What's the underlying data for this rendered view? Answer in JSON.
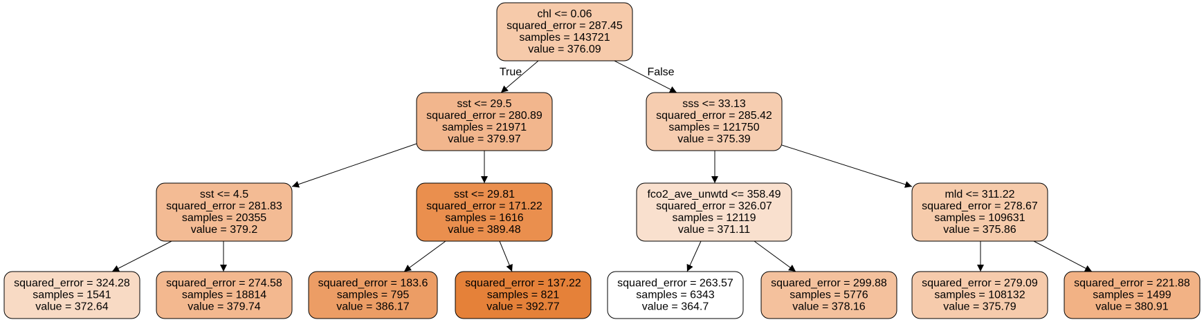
{
  "tree": {
    "nodes": [
      {
        "id": "n0",
        "lines": [
          "chl <= 0.06",
          "squared_error = 287.45",
          "samples = 143721",
          "value = 376.09"
        ],
        "fill": "#f6caaa"
      },
      {
        "id": "n1",
        "lines": [
          "sst <= 29.5",
          "squared_error = 280.89",
          "samples = 21971",
          "value = 379.97"
        ],
        "fill": "#f2b68d"
      },
      {
        "id": "n2",
        "lines": [
          "sss <= 33.13",
          "squared_error = 285.42",
          "samples = 121750",
          "value = 375.39"
        ],
        "fill": "#f6cdb0"
      },
      {
        "id": "n3",
        "lines": [
          "sst <= 4.5",
          "squared_error = 281.83",
          "samples = 20355",
          "value = 379.2"
        ],
        "fill": "#f3bb94"
      },
      {
        "id": "n4",
        "lines": [
          "sst <= 29.81",
          "squared_error = 171.22",
          "samples = 1616",
          "value = 389.48"
        ],
        "fill": "#ea8f4e"
      },
      {
        "id": "n5",
        "lines": [
          "fco2_ave_unwtd <= 358.49",
          "squared_error = 326.07",
          "samples = 12119",
          "value = 371.11"
        ],
        "fill": "#f9e0ce"
      },
      {
        "id": "n6",
        "lines": [
          "mld <= 311.22",
          "squared_error = 278.67",
          "samples = 109631",
          "value = 375.86"
        ],
        "fill": "#f6cbab"
      },
      {
        "id": "n7",
        "lines": [
          "squared_error = 324.28",
          "samples = 1541",
          "value = 372.64"
        ],
        "fill": "#f8dac4"
      },
      {
        "id": "n8",
        "lines": [
          "squared_error = 274.58",
          "samples = 18814",
          "value = 379.74"
        ],
        "fill": "#f3b88f"
      },
      {
        "id": "n9",
        "lines": [
          "squared_error = 183.6",
          "samples = 795",
          "value = 386.17"
        ],
        "fill": "#ec9d65"
      },
      {
        "id": "n10",
        "lines": [
          "squared_error = 137.22",
          "samples = 821",
          "value = 392.77"
        ],
        "fill": "#e58139"
      },
      {
        "id": "n11",
        "lines": [
          "squared_error = 263.57",
          "samples = 6343",
          "value = 364.7"
        ],
        "fill": "#ffffff"
      },
      {
        "id": "n12",
        "lines": [
          "squared_error = 299.88",
          "samples = 5776",
          "value = 378.16"
        ],
        "fill": "#f4c19d"
      },
      {
        "id": "n13",
        "lines": [
          "squared_error = 279.09",
          "samples = 108132",
          "value = 375.79"
        ],
        "fill": "#f6cbac"
      },
      {
        "id": "n14",
        "lines": [
          "squared_error = 221.88",
          "samples = 1499",
          "value = 380.91"
        ],
        "fill": "#f2b285"
      }
    ],
    "edges": [
      {
        "from": "n0",
        "to": "n1",
        "label": "True"
      },
      {
        "from": "n0",
        "to": "n2",
        "label": "False"
      },
      {
        "from": "n1",
        "to": "n3",
        "label": ""
      },
      {
        "from": "n1",
        "to": "n4",
        "label": ""
      },
      {
        "from": "n2",
        "to": "n5",
        "label": ""
      },
      {
        "from": "n2",
        "to": "n6",
        "label": ""
      },
      {
        "from": "n3",
        "to": "n7",
        "label": ""
      },
      {
        "from": "n3",
        "to": "n8",
        "label": ""
      },
      {
        "from": "n4",
        "to": "n9",
        "label": ""
      },
      {
        "from": "n4",
        "to": "n10",
        "label": ""
      },
      {
        "from": "n5",
        "to": "n11",
        "label": ""
      },
      {
        "from": "n5",
        "to": "n12",
        "label": ""
      },
      {
        "from": "n6",
        "to": "n13",
        "label": ""
      },
      {
        "from": "n6",
        "to": "n14",
        "label": ""
      }
    ]
  }
}
